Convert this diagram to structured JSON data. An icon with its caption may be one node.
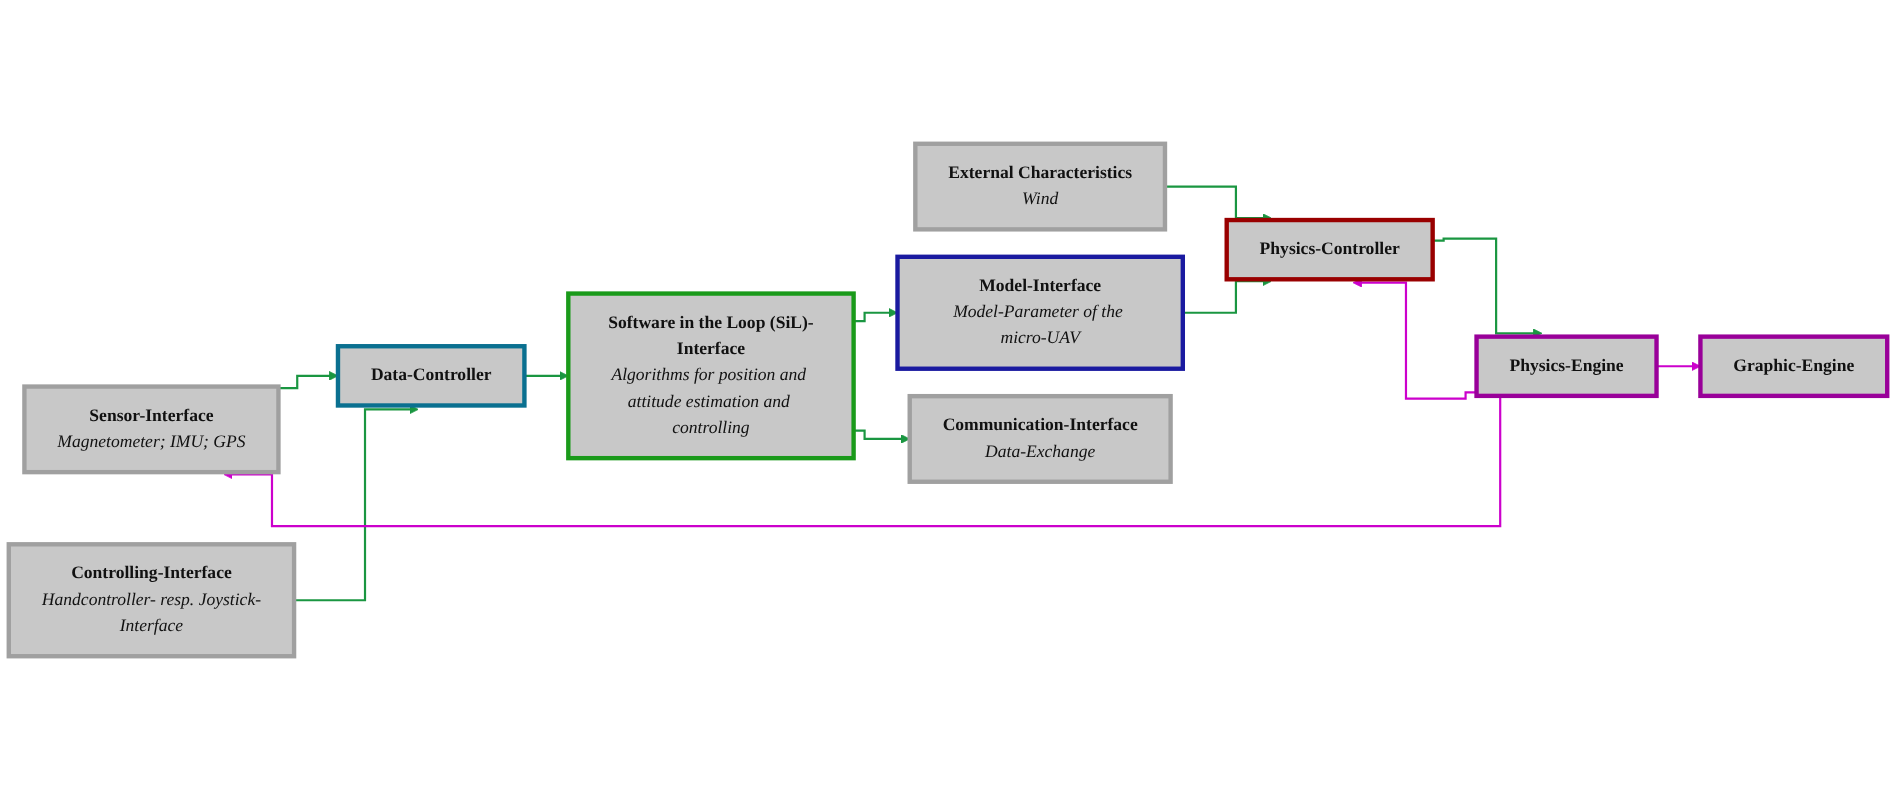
{
  "diagram": {
    "nodes": [
      {
        "text": [
          "Sensor-Interface",
          "Magnetometer; IMU; GPS"
        ]
      },
      {
        "text": [
          "Controlling-Interface",
          "Handcontroller- resp. Joystick-Interface"
        ]
      },
      {
        "text": [
          "External Characteristics",
          "Wind"
        ]
      },
      {
        "text": [
          "Data-Controller"
        ]
      },
      {
        "text": [
          "Software in the Loop (SiL)-Interface",
          "Algorithms for position and attitude estimation and controlling"
        ]
      },
      {
        "text": [
          "Model-Interface",
          "Model-Parameter of the micro-UAV"
        ]
      },
      {
        "text": [
          "Communication-Interface",
          "Data-Exchange"
        ]
      },
      {
        "text": [
          "Physics-Engine"
        ]
      },
      {
        "text": [
          "Physics-Controller"
        ]
      },
      {
        "text": [
          "Graphic-Engine"
        ]
      }
    ],
    "edges": [
      {
        "from": 0,
        "to": 3,
        "arrow": "to"
      },
      {
        "from": 1,
        "to": 3,
        "arrow": "to"
      },
      {
        "from": 3,
        "to": 4,
        "arrow": "to"
      },
      {
        "from": 4,
        "to": 5,
        "arrow": "to"
      },
      {
        "from": 4,
        "to": 6,
        "arrow": "to"
      },
      {
        "from": 5,
        "to": 8,
        "arrow": "to"
      },
      {
        "from": 2,
        "to": 8,
        "arrow": "to"
      },
      {
        "from": 8,
        "to": 7,
        "arrow": "to"
      },
      {
        "from": 7,
        "to": 0,
        "arrow": "to",
        "color": "#cc00cc"
      },
      {
        "from": 7,
        "to": 9,
        "arrow": "to",
        "color": "#cc00cc"
      },
      {
        "from": 7,
        "to": 8,
        "arrow": "to",
        "color": "#cc00cc"
      }
    ]
  }
}
